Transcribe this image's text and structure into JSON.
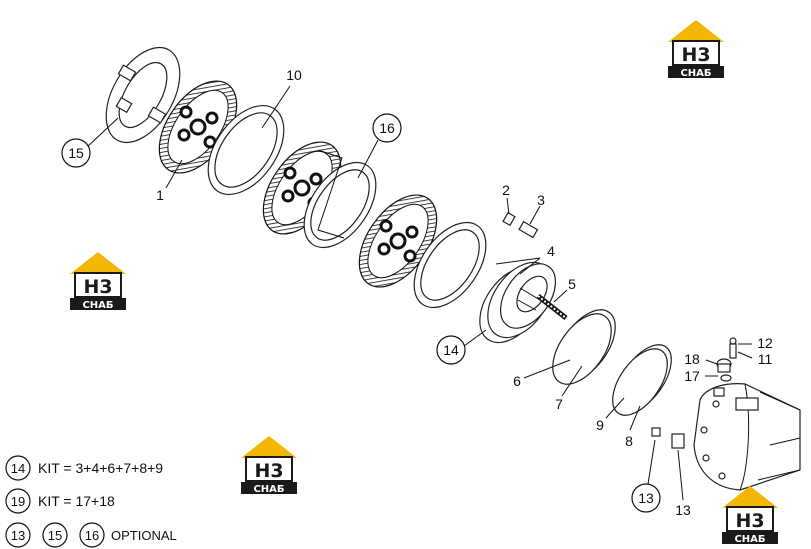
{
  "callouts": {
    "c1": "1",
    "c2": "2",
    "c3": "3",
    "c4": "4",
    "c5": "5",
    "c6": "6",
    "c7": "7",
    "c8": "8",
    "c9": "9",
    "c10": "10",
    "c11": "11",
    "c12": "12",
    "c13a": "13",
    "c13b": "13",
    "c14": "14",
    "c15": "15",
    "c16": "16",
    "c17": "17",
    "c18": "18"
  },
  "legend": {
    "row1": {
      "num": "14",
      "text": "KIT = 3+4+6+7+8+9"
    },
    "row2": {
      "num": "19",
      "text": "KIT = 17+18"
    },
    "row3": {
      "n1": "13",
      "n2": "15",
      "n3": "16",
      "text": "OPTIONAL"
    }
  },
  "logo": {
    "mark": "H3",
    "word": "СНАБ",
    "accent": "#f2b705",
    "dark": "#1a1a1a"
  }
}
